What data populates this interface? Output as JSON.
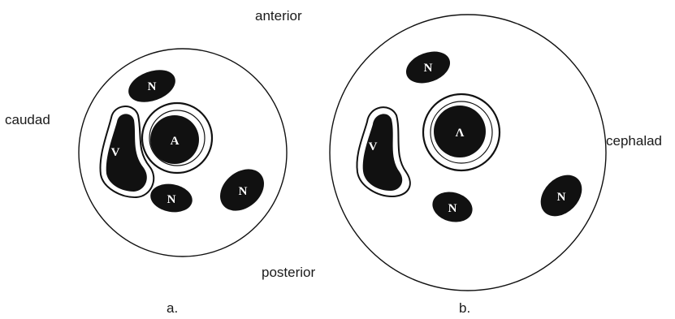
{
  "labels": {
    "anterior": "anterior",
    "posterior": "posterior",
    "caudad": "caudad",
    "cephalad": "cephalad",
    "panel_a": "a.",
    "panel_b": "b."
  },
  "panel_a": {
    "vein": "V",
    "artery": "A",
    "nerves": [
      "N",
      "N",
      "N"
    ]
  },
  "panel_b": {
    "vein": "V",
    "artery": "Λ",
    "nerves": [
      "N",
      "N",
      "N"
    ]
  },
  "colors": {
    "ink": "#111111",
    "paper": "#ffffff"
  }
}
